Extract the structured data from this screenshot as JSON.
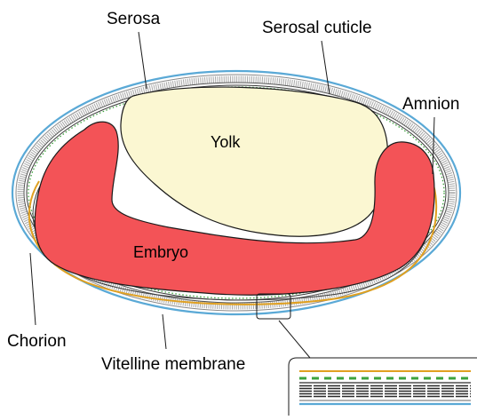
{
  "labels": {
    "serosa": "Serosa",
    "serosal_cuticle": "Serosal cuticle",
    "amnion": "Amnion",
    "yolk": "Yolk",
    "embryo": "Embryo",
    "chorion": "Chorion",
    "vitelline_membrane": "Vitelline membrane"
  },
  "colors": {
    "chorion": "#5aa9d6",
    "serosal_cuticle": "#9a9a9a",
    "serosa": "#3a3a3a",
    "serosa_dots": "#3da33d",
    "amnion": "#e0a020",
    "yolk_fill": "#fbf7d2",
    "embryo_fill": "#f35357",
    "outline": "#1a1a1a"
  }
}
